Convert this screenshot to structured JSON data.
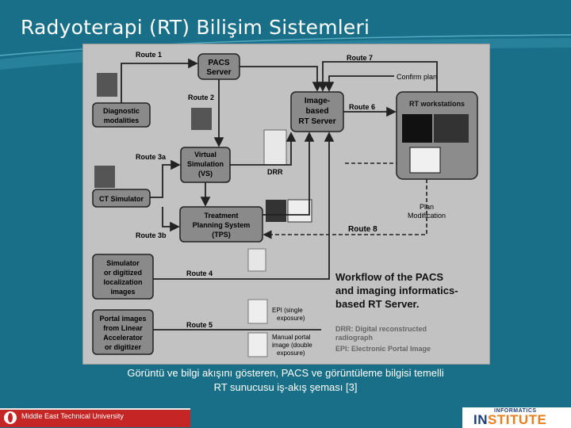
{
  "slide": {
    "title": "Radyoterapi (RT) Bilişim Sistemleri",
    "caption_line1": "Görüntü ve bilgi akışını gösteren, PACS ve görüntüleme bilgisi temelli",
    "caption_line2": "RT sunucusu iş-akış şeması [3]"
  },
  "footer": {
    "university": "Middle East Technical University",
    "institute_small": "INFORMATICS",
    "institute_big_prefix": "IN",
    "institute_big_suffix": "STITUTE"
  },
  "diagram": {
    "nodes": {
      "pacs_line1": "PACS",
      "pacs_line2": "Server",
      "irt_line1": "Image-",
      "irt_line2": "based",
      "irt_line3": "RT Server",
      "rtws": "RT workstations",
      "diag_line1": "Diagnostic",
      "diag_line2": "modalities",
      "vs_line1": "Virtual",
      "vs_line2": "Simulation",
      "vs_line3": "(VS)",
      "ctsim": "CT Simulator",
      "tps_line1": "Treatment",
      "tps_line2": "Planning System",
      "tps_line3": "(TPS)",
      "sim_line1": "Simulator",
      "sim_line2": "or digitized",
      "sim_line3": "localization",
      "sim_line4": "images",
      "portal_line1": "Portal images",
      "portal_line2": "from Linear",
      "portal_line3": "Accelerator",
      "portal_line4": "or digitizer"
    },
    "labels": {
      "route1": "Route 1",
      "route2": "Route 2",
      "route3a": "Route 3a",
      "route3b": "Route 3b",
      "route4": "Route 4",
      "route5": "Route 5",
      "route6": "Route 6",
      "route7": "Route 7",
      "route8": "Route 8",
      "confirm_plan": "Confirm plan",
      "drr": "DRR",
      "plan_mod_line1": "Plan",
      "plan_mod_line2": "Modification",
      "epi_line1": "EPI (single",
      "epi_line2": "exposure)",
      "manual_line1": "Manual portal",
      "manual_line2": "image (double",
      "manual_line3": "exposure)"
    },
    "workflow_title_line1": "Workflow of the PACS",
    "workflow_title_line2": "and imaging informatics-",
    "workflow_title_line3": "based RT Server.",
    "legend_line1": "DRR: Digital reconstructed",
    "legend_line2": "radiograph",
    "legend_line3": "EPI: Electronic Portal Image"
  }
}
